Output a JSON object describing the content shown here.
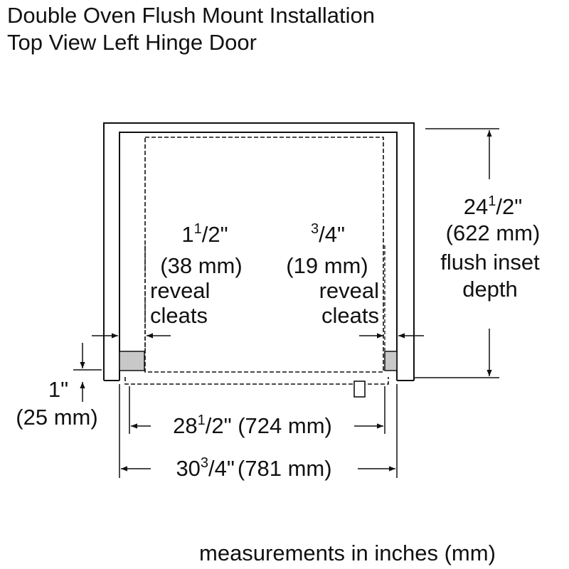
{
  "title": {
    "line1": "Double Oven Flush Mount Installation",
    "line2": "Top View Left Hinge Door"
  },
  "dimensions": {
    "depth": {
      "whole": "24",
      "frac_num": "1",
      "frac_den": "/2\"",
      "metric": "(622 mm)",
      "label_line1": "flush inset",
      "label_line2": "depth"
    },
    "left_reveal": {
      "whole": "1",
      "frac_num": "1",
      "frac_den": "/2\"",
      "metric": "(38 mm)",
      "label_line1": "reveal",
      "label_line2": "cleats"
    },
    "right_reveal": {
      "frac_num": "3",
      "frac_den": "/4\"",
      "metric": "(19 mm)",
      "label_line1": "reveal",
      "label_line2": "cleats"
    },
    "offset": {
      "value": "1\"",
      "metric": "(25 mm)"
    },
    "inner_width": {
      "whole": "28",
      "frac_num": "1",
      "frac_den": "/2\"",
      "metric": " (724 mm)"
    },
    "outer_width": {
      "whole": "30",
      "frac_num": "3",
      "frac_den": "/4\"",
      "metric": "(781 mm)"
    }
  },
  "footer": "measurements in inches (mm)",
  "colors": {
    "line": "#111111",
    "cleat_fill": "#c8c8c8",
    "background": "#ffffff"
  }
}
